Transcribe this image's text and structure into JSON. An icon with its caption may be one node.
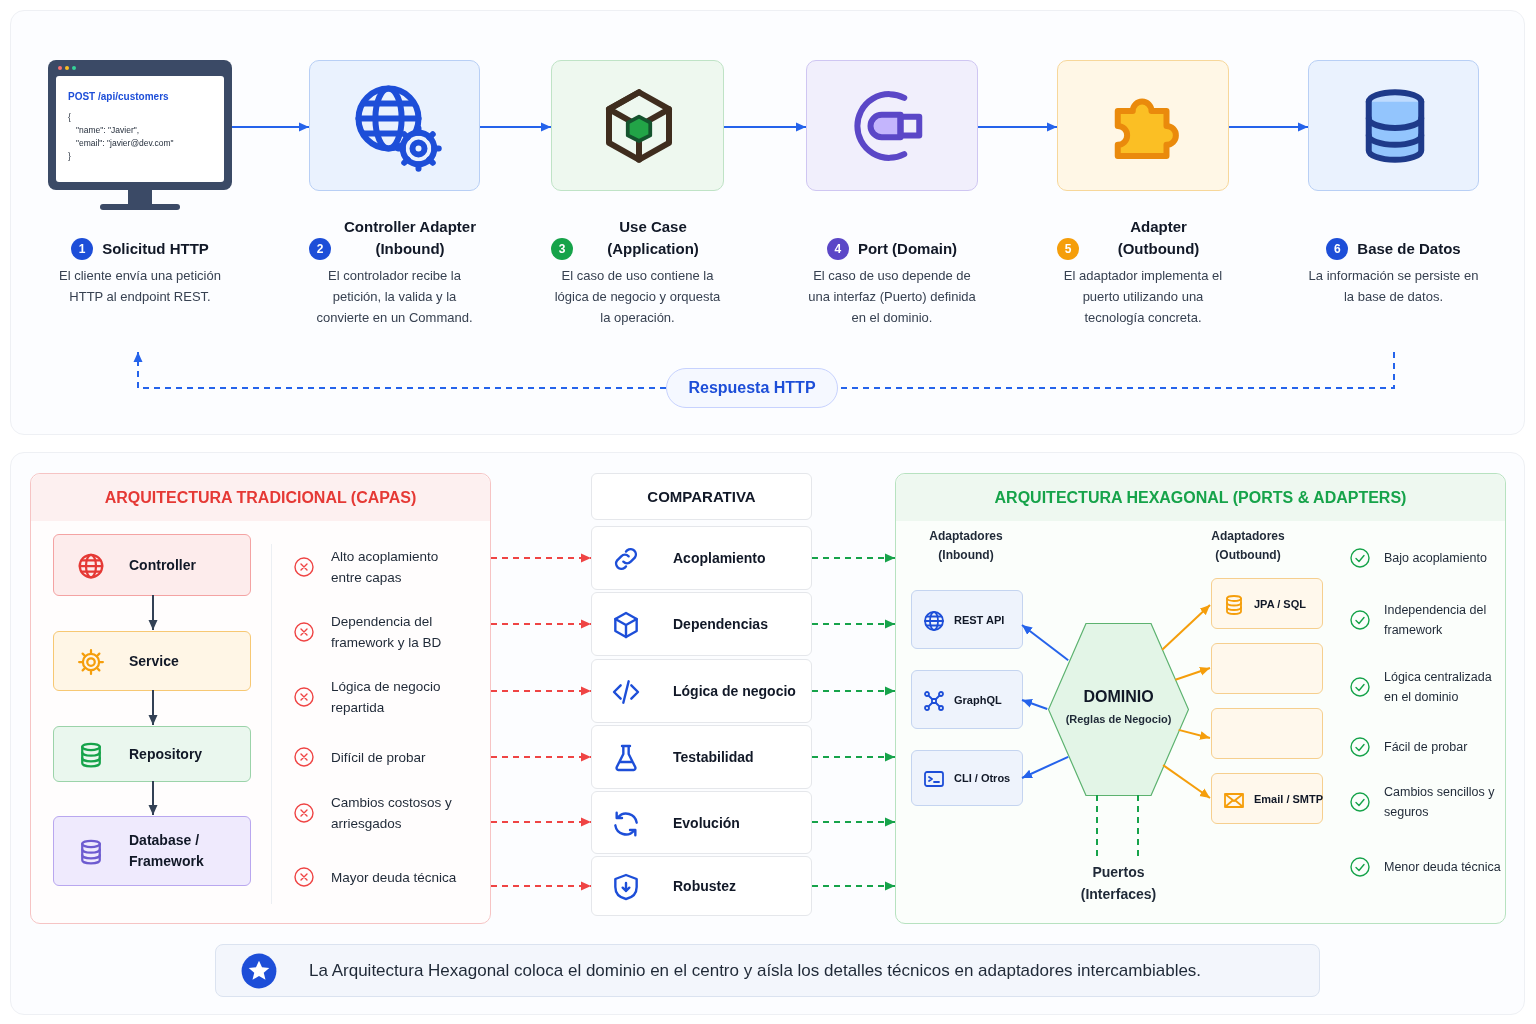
{
  "diagram": {
    "nodes": [
      {
        "text": [
          "POST /api/customers",
          "{",
          "\"name\": \"Javier\",",
          "\"email\": \"javier@dev.com\"",
          "}",
          "1",
          "Solicitud HTTP",
          "El cliente envía una petición HTTP al endpoint REST."
        ]
      },
      {
        "text": [
          "2",
          "Controller Adapter (Inbound)",
          "El controlador recibe la petición, la valida y la convierte en un Command."
        ]
      },
      {
        "text": [
          "3",
          "Use Case (Application)",
          "El caso de uso contiene la lógica de negocio y orquesta la operación."
        ]
      },
      {
        "text": [
          "4",
          "Port (Domain)",
          "El caso de uso depende de una interfaz (Puerto) definida en el dominio."
        ]
      },
      {
        "text": [
          "5",
          "Adapter (Outbound)",
          "El adaptador implementa el puerto utilizando una tecnología concreta."
        ]
      },
      {
        "text": [
          "6",
          "Base de Datos",
          "La información se persiste en la base de datos."
        ]
      },
      {
        "text": [
          "Respuesta HTTP"
        ]
      },
      {
        "text": [
          "ARQUITECTURA TRADICIONAL (CAPAS)"
        ]
      },
      {
        "text": [
          "Controller"
        ],
        "in": 7
      },
      {
        "text": [
          "Service"
        ],
        "in": 7
      },
      {
        "text": [
          "Repository"
        ],
        "in": 7
      },
      {
        "text": [
          "Database / Framework"
        ],
        "in": 7
      },
      {
        "text": [
          "COMPARATIVA"
        ]
      },
      {
        "text": [
          "Acoplamiento"
        ]
      },
      {
        "text": [
          "Dependencias"
        ]
      },
      {
        "text": [
          "Lógica de negocio"
        ]
      },
      {
        "text": [
          "Testabilidad"
        ]
      },
      {
        "text": [
          "Evolución"
        ]
      },
      {
        "text": [
          "Robustez"
        ]
      },
      {
        "text": [
          "ARQUITECTURA HEXAGONAL (PORTS & ADAPTERS)"
        ]
      },
      {
        "text": [
          "REST API"
        ],
        "in": 19
      },
      {
        "text": [
          "GraphQL"
        ],
        "in": 19
      },
      {
        "text": [
          "CLI / Otros"
        ],
        "in": 19
      },
      {
        "text": [
          "DOMINIO",
          "(Reglas de Negocio)"
        ],
        "in": 19
      },
      {
        "text": [
          "JPA / SQL"
        ],
        "in": 19
      },
      {
        "text": [],
        "shape": "box",
        "in": 19
      },
      {
        "text": [],
        "shape": "box",
        "in": 19
      },
      {
        "text": [
          "Email / SMTP"
        ],
        "in": 19
      },
      {
        "text": [
          "Puertos (Interfaces)"
        ],
        "in": 19
      },
      {
        "text": [
          "La Arquitectura Hexagonal coloca el dominio en el centro y aísla los detalles técnicos en adaptadores intercambiables."
        ]
      }
    ],
    "edges": [
      {
        "from": 0,
        "to": 1,
        "arrow": "to"
      },
      {
        "from": 1,
        "to": 2,
        "arrow": "to"
      },
      {
        "from": 2,
        "to": 3,
        "arrow": "to"
      },
      {
        "from": 3,
        "to": 4,
        "arrow": "to"
      },
      {
        "from": 4,
        "to": 5,
        "arrow": "to"
      },
      {
        "from": 5,
        "to": 6,
        "arrow": "none",
        "style": "dashed"
      },
      {
        "from": 6,
        "to": 0,
        "arrow": "to",
        "style": "dashed"
      },
      {
        "from": 8,
        "to": 9,
        "arrow": "to",
        "color": "#334155"
      },
      {
        "from": 9,
        "to": 10,
        "arrow": "to",
        "color": "#334155"
      },
      {
        "from": 10,
        "to": 11,
        "arrow": "to",
        "color": "#334155"
      },
      {
        "from": 7,
        "to": 13,
        "arrow": "to",
        "style": "dashed",
        "color": "#ef4444"
      },
      {
        "from": 7,
        "to": 14,
        "arrow": "to",
        "style": "dashed",
        "color": "#ef4444"
      },
      {
        "from": 7,
        "to": 15,
        "arrow": "to",
        "style": "dashed",
        "color": "#ef4444"
      },
      {
        "from": 7,
        "to": 16,
        "arrow": "to",
        "style": "dashed",
        "color": "#ef4444"
      },
      {
        "from": 7,
        "to": 17,
        "arrow": "to",
        "style": "dashed",
        "color": "#ef4444"
      },
      {
        "from": 7,
        "to": 18,
        "arrow": "to",
        "style": "dashed",
        "color": "#ef4444"
      },
      {
        "from": 13,
        "to": 19,
        "arrow": "to",
        "style": "dashed",
        "color": "#16a34a"
      },
      {
        "from": 14,
        "to": 19,
        "arrow": "to",
        "style": "dashed",
        "color": "#16a34a"
      },
      {
        "from": 15,
        "to": 19,
        "arrow": "to",
        "style": "dashed",
        "color": "#16a34a"
      },
      {
        "from": 16,
        "to": 19,
        "arrow": "to",
        "style": "dashed",
        "color": "#16a34a"
      },
      {
        "from": 17,
        "to": 19,
        "arrow": "to",
        "style": "dashed",
        "color": "#16a34a"
      },
      {
        "from": 18,
        "to": 19,
        "arrow": "to",
        "style": "dashed",
        "color": "#16a34a"
      },
      {
        "from": 23,
        "to": 20,
        "arrow": "to"
      },
      {
        "from": 23,
        "to": 21,
        "arrow": "to"
      },
      {
        "from": 23,
        "to": 22,
        "arrow": "to"
      },
      {
        "from": 23,
        "to": 24,
        "arrow": "to",
        "color": "#f59e0b"
      },
      {
        "from": 23,
        "to": 25,
        "arrow": "to",
        "color": "#f59e0b"
      },
      {
        "from": 23,
        "to": 26,
        "arrow": "to",
        "color": "#f59e0b"
      },
      {
        "from": 23,
        "to": 27,
        "arrow": "to",
        "color": "#f59e0b"
      },
      {
        "from": 23,
        "to": 28,
        "arrow": "none",
        "style": "dashed",
        "color": "#16a34a"
      },
      {
        "from": 23,
        "to": 28,
        "arrow": "none",
        "style": "dashed",
        "color": "#16a34a"
      }
    ],
    "labels": [
      "Alto acoplamiento entre capas",
      "Dependencia del framework y la BD",
      "Lógica de negocio repartida",
      "Difícil de probar",
      "Cambios costosos y arriesgados",
      "Mayor deuda técnica",
      "Adaptadores (Inbound)",
      "Adaptadores (Outbound)",
      "Bajo acoplamiento",
      "Independencia del framework",
      "Lógica centralizada en el dominio",
      "Fácil de probar",
      "Cambios sencillos y seguros",
      "Menor deuda técnica"
    ]
  }
}
